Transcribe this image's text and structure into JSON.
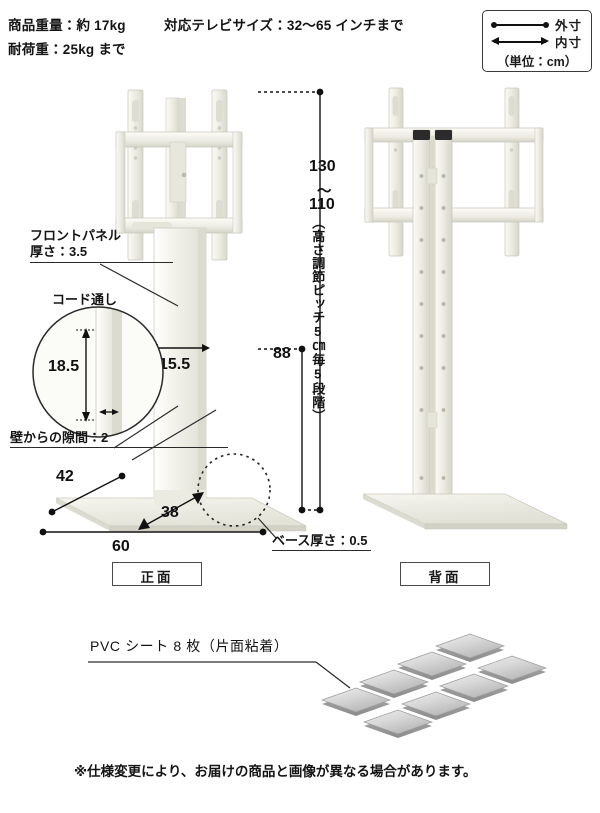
{
  "header": {
    "weight": "商品重量：約 17kg",
    "load": "耐荷重：25kg まで",
    "tv_size": "対応テレビサイズ：32～65 インチまで"
  },
  "legend": {
    "outer_label": "外寸",
    "inner_label": "内寸",
    "unit": "（単位：cm）"
  },
  "annotations": {
    "front_panel": "フロントパネル",
    "front_panel_thickness": "厚さ：3.5",
    "cord_hole": "コード通し",
    "wall_gap": "壁からの隙間：2",
    "base_thickness": "ベース厚さ：0.5"
  },
  "dimensions": {
    "height_max": "130",
    "height_tilde": "～",
    "height_min": "110",
    "height_note": "（高さ調節ピッチ5㎝毎5段階）",
    "panel_height": "88",
    "panel_width": "15.5",
    "cord_hole_height": "18.5",
    "base_depth": "42",
    "base_inner_depth": "38",
    "base_width": "60"
  },
  "views": {
    "front": "正面",
    "rear": "背面"
  },
  "pvc": {
    "label": "PVC シート 8 枚（片面粘着）",
    "count": 8
  },
  "footer": {
    "disclaimer": "※仕様変更により、お届けの商品と画像が異なる場合があります。"
  },
  "colors": {
    "product_light": "#f2f1ea",
    "product_mid": "#e3e2d8",
    "product_shadow": "#cdcbbf",
    "line": "#141414",
    "sheet_light": "#e8e8e8",
    "sheet_dark": "#9a9a9a"
  }
}
